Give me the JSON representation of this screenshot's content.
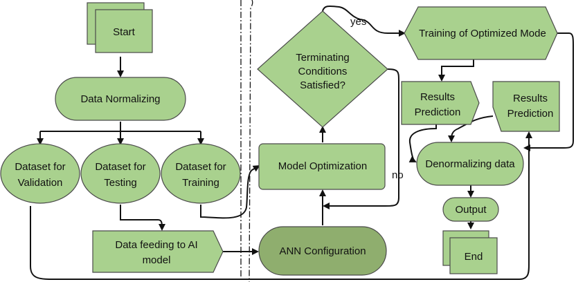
{
  "nodes": {
    "start": "Start",
    "data_normalizing": "Data Normalizing",
    "dataset_validation": [
      "Dataset for",
      "Validation"
    ],
    "dataset_testing": [
      "Dataset for",
      "Testing"
    ],
    "dataset_training": [
      "Dataset for",
      "Training"
    ],
    "data_feeding": [
      "Data feeding to AI",
      "model"
    ],
    "ann_configuration": "ANN Configuration",
    "model_optimization": "Model Optimization",
    "terminating": [
      "Terminating",
      "Conditions",
      "Satisfied?"
    ],
    "training_optimized": "Training of Optimized Mode",
    "results_prediction_1": [
      "Results",
      "Prediction"
    ],
    "results_prediction_2": [
      "Results",
      "Prediction"
    ],
    "denormalizing": "Denormalizing data",
    "output": "Output",
    "end": "End"
  },
  "edges": {
    "yes_label": "yes",
    "no_label": "no"
  },
  "colors": {
    "node_fill": "#a9d18e",
    "node_fill_dark": "#8fae6e",
    "node_stroke": "#4a4a4a",
    "connector": "#111111"
  }
}
